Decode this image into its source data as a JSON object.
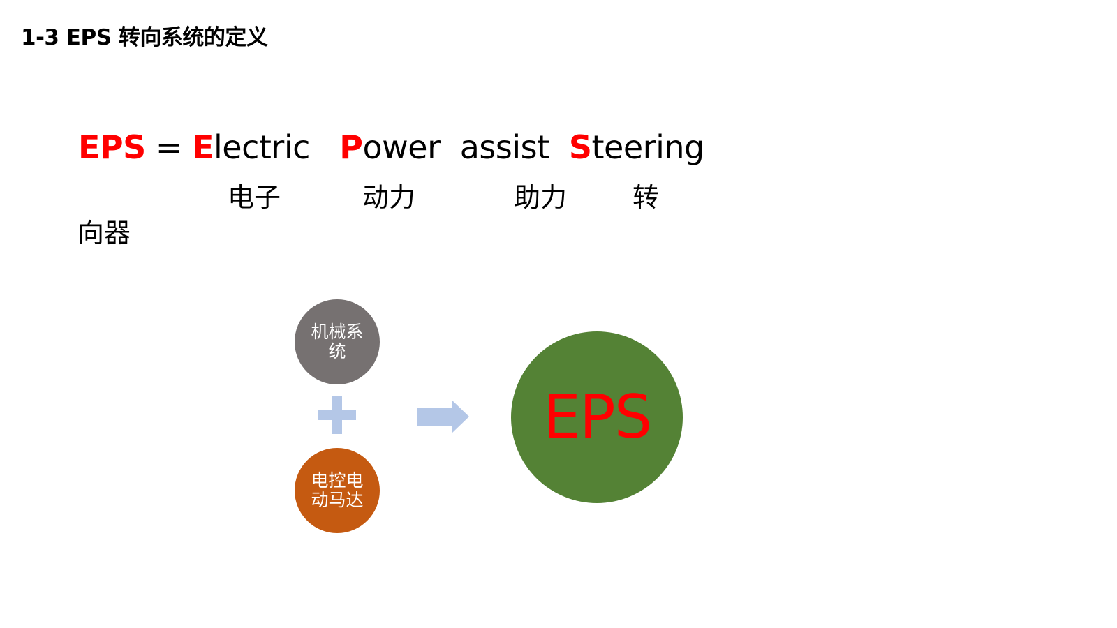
{
  "slide": {
    "title": "1-3 EPS 转向系统的定义"
  },
  "definition": {
    "eps": "EPS",
    "equals": " = ",
    "e": "E",
    "electric_rest": "lectric   ",
    "p": "P",
    "power_rest": "ower  assist  ",
    "s": "S",
    "steering_rest": "teering"
  },
  "translation": {
    "electric": "电子",
    "power": "动力",
    "assist": "助力",
    "steering_first": "转",
    "steering_second": "向器"
  },
  "diagram": {
    "mechanical": "机械系统",
    "motor": "电控电动马达",
    "result": "EPS"
  },
  "colors": {
    "accent_red": "#ff0000",
    "mechanical_circle": "#767171",
    "motor_circle": "#c55a11",
    "eps_circle": "#548235",
    "connector": "#b4c7e7"
  },
  "icons": [
    "plus-icon",
    "arrow-right-icon"
  ]
}
